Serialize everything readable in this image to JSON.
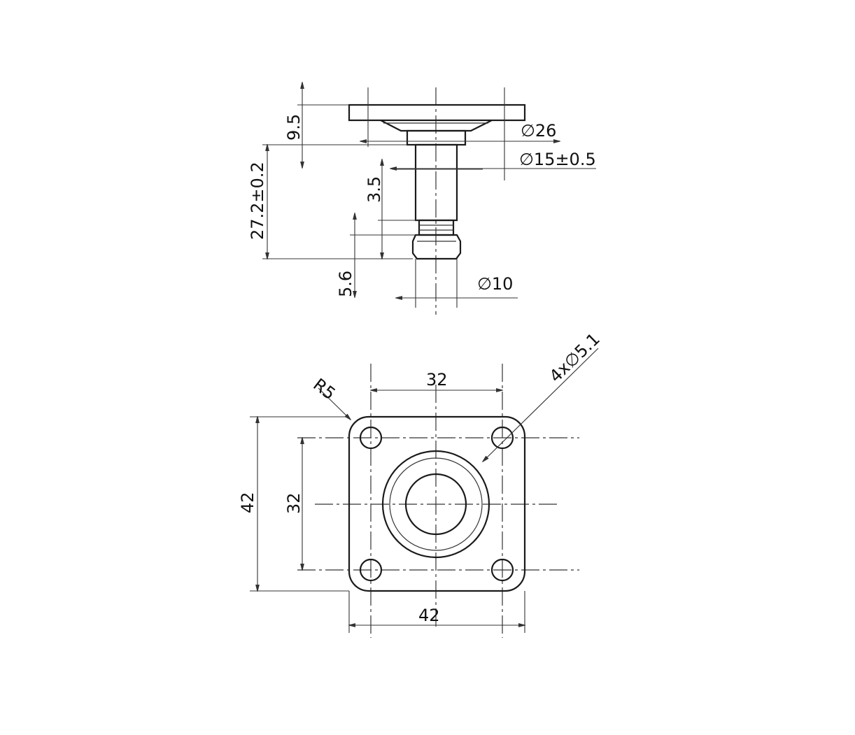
{
  "drawing": {
    "side_view": {
      "flange_height": "9.5",
      "flange_diameter": "∅26",
      "shaft_diameter": "∅15±0.5",
      "total_length": "27.2±0.2",
      "groove_width": "3.5",
      "tip_length": "5.6",
      "tip_diameter": "∅10"
    },
    "top_view": {
      "corner_radius": "R5",
      "hole_spacing_x": "32",
      "hole_spacing_y": "32",
      "plate_width": "42",
      "plate_height": "42",
      "holes": "4x∅5.1"
    }
  }
}
